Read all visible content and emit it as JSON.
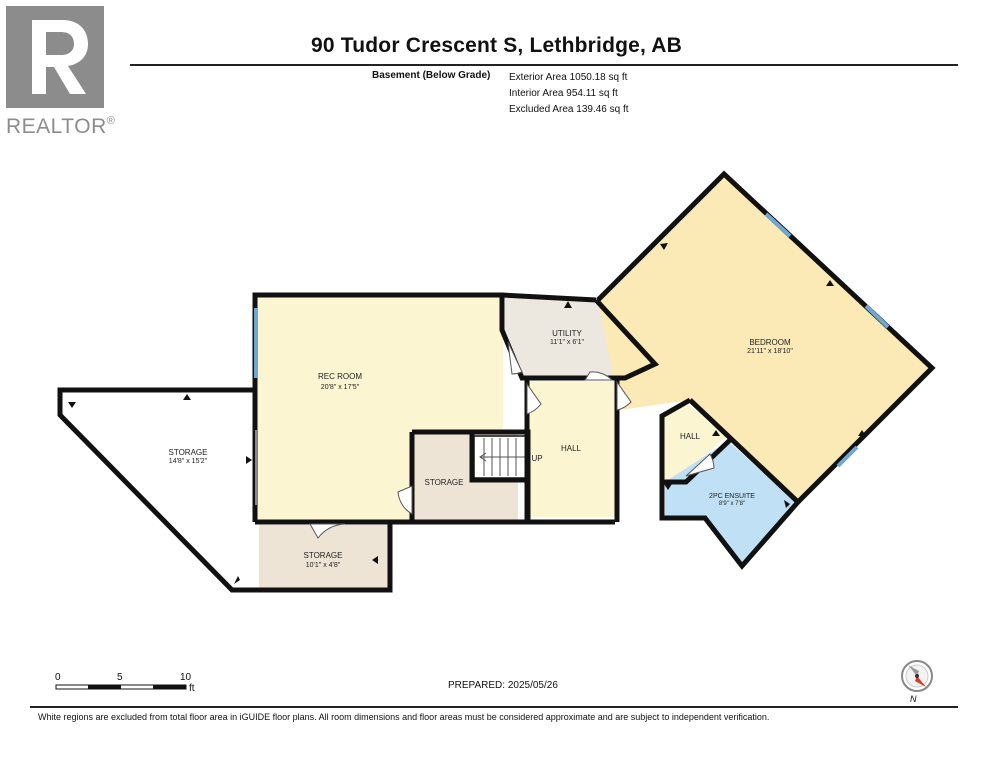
{
  "header": {
    "title": "90 Tudor Crescent S, Lethbridge, AB",
    "level_label": "Basement (Below Grade)",
    "exterior_area": "Exterior Area 1050.18 sq ft",
    "interior_area": "Interior Area 954.11 sq ft",
    "excluded_area": "Excluded Area 139.46 sq ft"
  },
  "logo": {
    "letter": "R",
    "word": "REALTOR",
    "mark": "®"
  },
  "rooms": {
    "rec_room": {
      "name": "REC ROOM",
      "dims": "20'8\" x 17'5\""
    },
    "utility": {
      "name": "UTILITY",
      "dims": "11'1\" x 6'1\""
    },
    "bedroom": {
      "name": "BEDROOM",
      "dims": "21'11\" x 18'10\""
    },
    "storage_left": {
      "name": "STORAGE",
      "dims": "14'8\" x 15'2\""
    },
    "storage_mid": {
      "name": "STORAGE"
    },
    "storage_bottom": {
      "name": "STORAGE",
      "dims": "10'1\" x 4'8\""
    },
    "hall_center": {
      "name": "HALL"
    },
    "hall_right": {
      "name": "HALL"
    },
    "ensuite": {
      "name": "2PC ENSUITE",
      "dims": "8'9\" x 7'8\""
    },
    "stairs": {
      "label": "UP"
    }
  },
  "scale": {
    "tick_0": "0",
    "tick_5": "5",
    "tick_10": "10",
    "unit": "ft"
  },
  "prepared": "PREPARED: 2025/05/26",
  "compass": {
    "letter": "N",
    "icon": "compass-icon"
  },
  "footnote": "White regions are excluded from total floor area in iGUIDE floor plans. All room dimensions and floor areas must be considered approximate and are subject to independent verification.",
  "colors": {
    "rec_room": "#fbf5d2",
    "bedroom": "#fbe9b6",
    "utility": "#ede8df",
    "storage": "#ede4d6",
    "hall": "#fbf5d2",
    "ensuite": "#bfe0f5",
    "wall": "#111111",
    "window": "#6ea9d3"
  }
}
